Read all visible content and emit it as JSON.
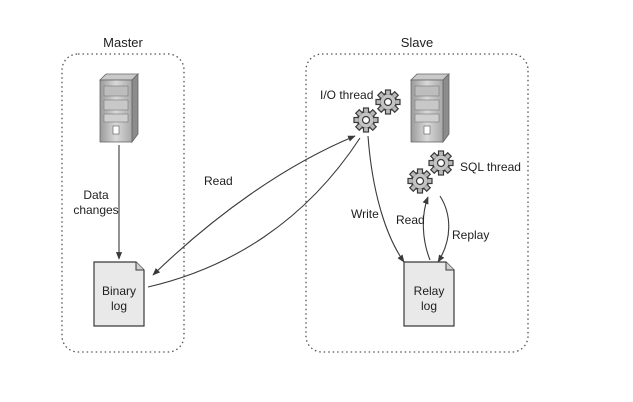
{
  "master": {
    "title": "Master",
    "data_changes_line1": "Data",
    "data_changes_line2": "changes",
    "binary_log_line1": "Binary",
    "binary_log_line2": "log"
  },
  "slave": {
    "title": "Slave",
    "io_thread": "I/O thread",
    "sql_thread": "SQL thread",
    "write": "Write",
    "read": "Read",
    "replay": "Replay",
    "relay_log_line1": "Relay",
    "relay_log_line2": "log"
  },
  "link": {
    "read": "Read"
  },
  "colors": {
    "line": "#3a3a3a",
    "box_dots": "#555555",
    "server_dark": "#8a8a8a",
    "server_light": "#d6d6d6",
    "doc_fill": "#e9e9e9",
    "gear_fill": "#b9b9b9"
  },
  "icons": [
    "server-icon",
    "gear-icon",
    "document-icon"
  ]
}
